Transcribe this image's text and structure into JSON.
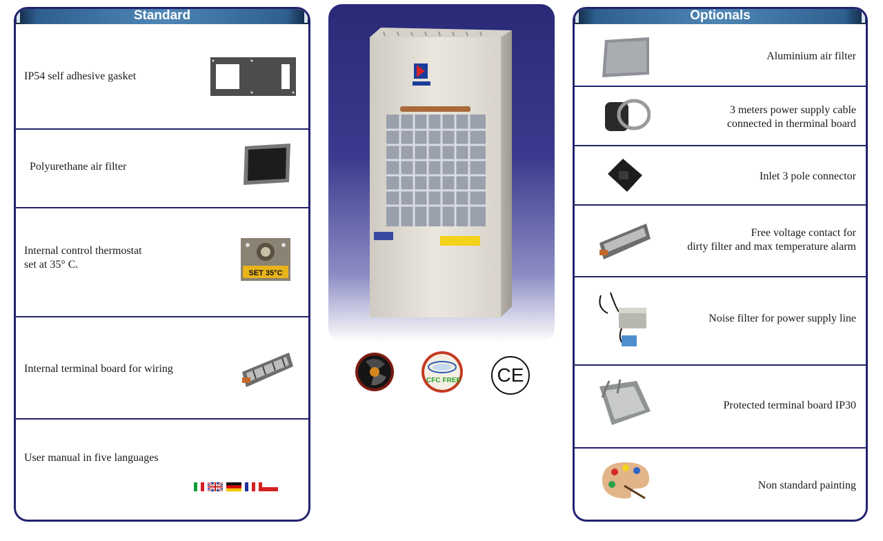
{
  "standard": {
    "title": "Standard",
    "items": [
      {
        "label": "IP54 self adhesive gasket",
        "icon": "gasket-icon"
      },
      {
        "label": "Polyurethane air filter",
        "icon": "polyurethane-filter-icon"
      },
      {
        "label": "Internal control thermostat\nset at 35° C.",
        "icon": "thermostat-icon",
        "thumb_text": "SET 35°C"
      },
      {
        "label": "Internal terminal board for wiring",
        "icon": "terminal-board-icon"
      },
      {
        "label": "User manual in five languages",
        "icon": "flags-icon"
      }
    ]
  },
  "product": {
    "name_icon": "cooling-unit-image",
    "badges": [
      {
        "icon": "fan-badge-icon"
      },
      {
        "icon": "cfc-free-badge-icon",
        "text": "CFC FREE"
      },
      {
        "icon": "ce-mark-icon",
        "text": "CE"
      }
    ]
  },
  "optionals": {
    "title": "Optionals",
    "items": [
      {
        "label": "Aluminium air filter",
        "icon": "aluminium-filter-icon"
      },
      {
        "label": "3 meters power supply cable\nconnected in therminal board",
        "icon": "power-cable-icon"
      },
      {
        "label": "Inlet 3 pole connector",
        "icon": "connector-icon"
      },
      {
        "label": "Free voltage contact for\ndirty filter and max temperature alarm",
        "icon": "contact-icon"
      },
      {
        "label": "Noise filter for power supply line",
        "icon": "noise-filter-icon"
      },
      {
        "label": "Protected terminal board  IP30",
        "icon": "protected-terminal-icon"
      },
      {
        "label": "Non standard painting",
        "icon": "palette-icon"
      }
    ]
  }
}
